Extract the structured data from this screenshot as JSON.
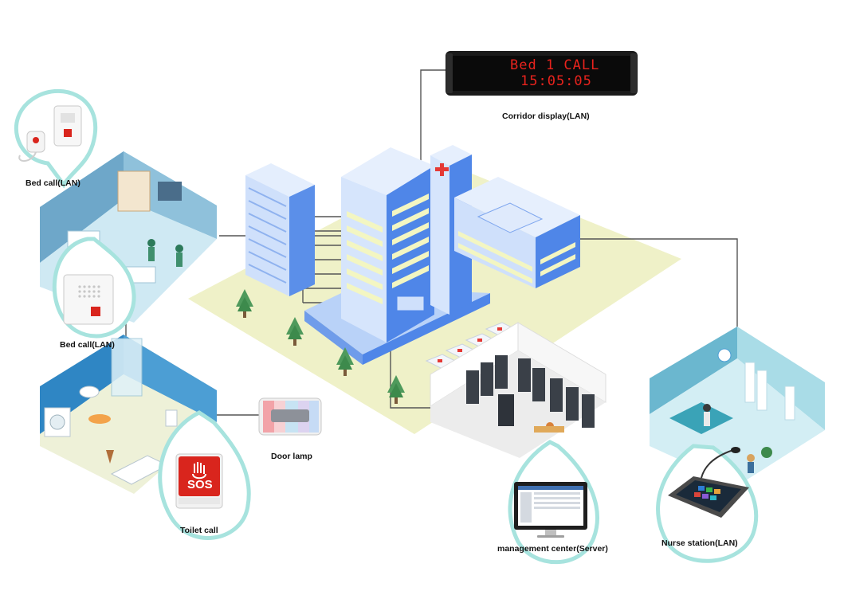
{
  "display": {
    "line1": "Bed 1 CALL",
    "line2": "15:05:05"
  },
  "labels": {
    "corridor_display": "Corridor display(LAN)",
    "bed_call_1": "Bed call(LAN)",
    "bed_call_2": "Bed call(LAN)",
    "toilet_call": "Toilet call",
    "door_lamp": "Door lamp",
    "management_center": "management center(Server)",
    "nurse_station": "Nurse station(LAN)"
  },
  "sos_text": "SOS",
  "colors": {
    "accent_circle": "#a7e3de",
    "ground": "#eff1c8",
    "building_blue": "#4f86e8",
    "building_light": "#cfe0fb",
    "room_wall": "#6ea7c9",
    "display_red": "#e8231d",
    "sos_red": "#d9251d"
  }
}
